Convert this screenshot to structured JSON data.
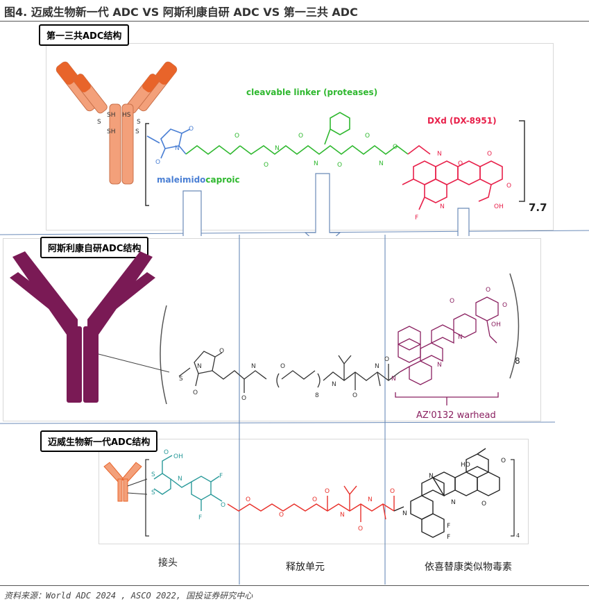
{
  "figure": {
    "title": "图4. 迈威生物新一代 ADC VS  阿斯利康自研 ADC VS  第一三共 ADC",
    "source": "资料来源：World ADC 2024 , ASCO 2022, 国投证券研究中心"
  },
  "section1": {
    "label": "第一三共ADC结构",
    "linker_label": "cleavable linker  (proteases)",
    "payload_label": "DXd (DX-8951)",
    "maleimido": "maleimido",
    "caproic": "caproic",
    "dar": "7.7"
  },
  "section2": {
    "label": "阿斯利康自研ADC结构",
    "warhead_label": "AZ'0132 warhead",
    "peg_repeat": "8",
    "dar": "8"
  },
  "section3": {
    "label": "迈威生物新一代ADC结构",
    "dar": "4"
  },
  "columns": {
    "left": "接头",
    "middle": "释放单元",
    "right": "依喜替康类似物毒素"
  },
  "colors": {
    "maleimide_blue": "#4a7fd4",
    "linker_green": "#2fb82f",
    "payload_red": "#e8204a",
    "az_antibody": "#7a1a55",
    "mw_teal": "#2a9a9a",
    "mw_red": "#e8302a",
    "antibody_orange": "#f3a07a"
  }
}
